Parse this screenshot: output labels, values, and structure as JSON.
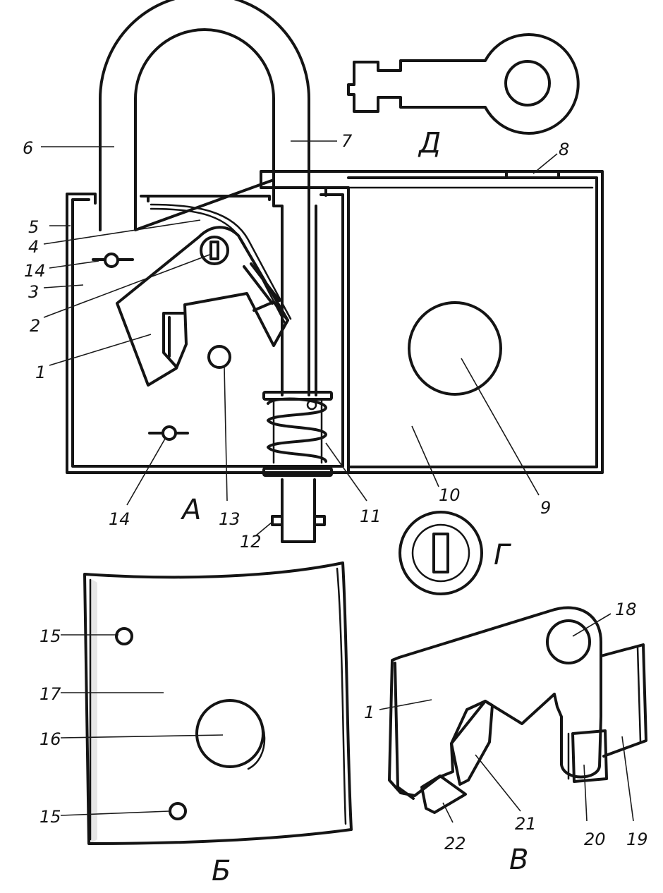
{
  "figure_labels": {
    "a": "А",
    "b": "Б",
    "v": "В",
    "g": "Г",
    "d": "Д"
  },
  "callouts": {
    "n1_main": "1",
    "n2": "2",
    "n3": "3",
    "n4": "4",
    "n5": "5",
    "n6": "6",
    "n7": "7",
    "n8": "8",
    "n9": "9",
    "n10": "10",
    "n11": "11",
    "n12": "12",
    "n13": "13",
    "n14_top": "14",
    "n14_bottom": "14",
    "n15_top": "15",
    "n15_bottom": "15",
    "n16": "16",
    "n17": "17",
    "n18": "18",
    "n1_detail": "1",
    "n19": "19",
    "n20": "20",
    "n21": "21",
    "n22": "22"
  }
}
